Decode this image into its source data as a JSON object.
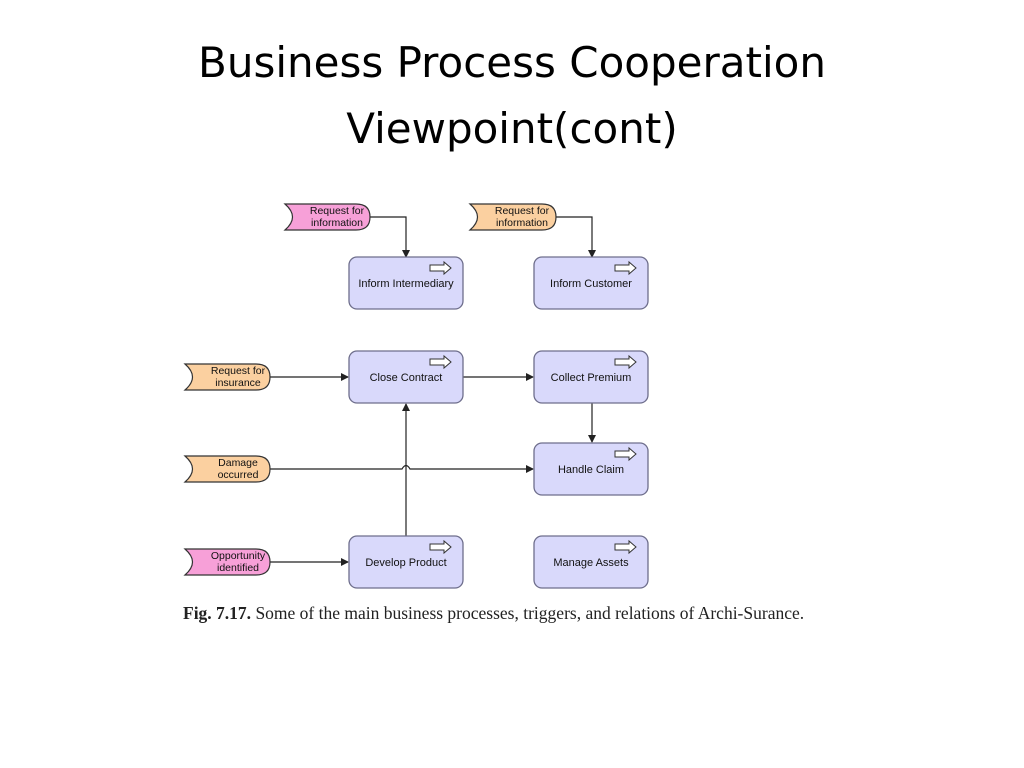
{
  "slide": {
    "title_line1": "Business Process Cooperation",
    "title_line2": "Viewpoint(cont)"
  },
  "diagram": {
    "colors": {
      "process_fill": "#d9d9fb",
      "process_stroke": "#6e6e8c",
      "event_pink": "#f7a0d8",
      "event_orange": "#fbd0a0",
      "event_stroke": "#333333",
      "line": "#222222"
    },
    "processes": [
      {
        "id": "inform_intermediary",
        "label": "Inform Intermediary"
      },
      {
        "id": "inform_customer",
        "label": "Inform Customer"
      },
      {
        "id": "close_contract",
        "label": "Close Contract"
      },
      {
        "id": "collect_premium",
        "label": "Collect Premium"
      },
      {
        "id": "handle_claim",
        "label": "Handle Claim"
      },
      {
        "id": "develop_product",
        "label": "Develop Product"
      },
      {
        "id": "manage_assets",
        "label": "Manage Assets"
      }
    ],
    "events": [
      {
        "id": "req_info_1",
        "line1": "Request for",
        "line2": "information",
        "color": "pink"
      },
      {
        "id": "req_info_2",
        "line1": "Request for",
        "line2": "information",
        "color": "orange"
      },
      {
        "id": "req_insurance",
        "line1": "Request for",
        "line2": "insurance",
        "color": "orange"
      },
      {
        "id": "damage",
        "line1": "Damage",
        "line2": "occurred",
        "color": "orange"
      },
      {
        "id": "opportunity",
        "line1": "Opportunity",
        "line2": "identified",
        "color": "pink"
      }
    ]
  },
  "caption": {
    "label": "Fig. 7.17.",
    "text": " Some of the main business processes, triggers, and relations of Archi-Surance."
  }
}
